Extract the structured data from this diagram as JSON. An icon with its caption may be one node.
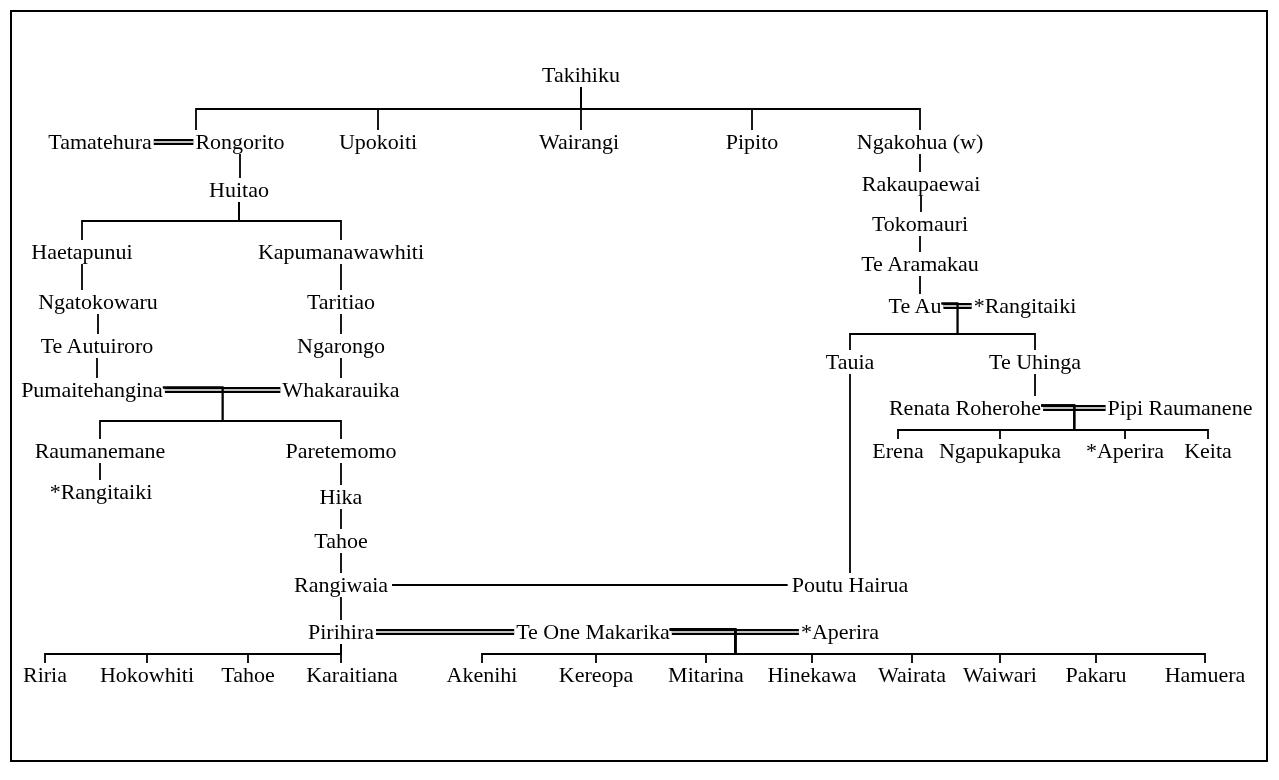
{
  "diagram": {
    "nodes": [
      {
        "text": [
          "Takihiku"
        ]
      },
      {
        "text": [
          "Tamatehura"
        ]
      },
      {
        "text": [
          "Rongorito"
        ]
      },
      {
        "text": [
          "Upokoiti"
        ]
      },
      {
        "text": [
          "Wairangi"
        ]
      },
      {
        "text": [
          "Pipito"
        ]
      },
      {
        "text": [
          "Ngakohua (w)"
        ]
      },
      {
        "text": [
          "Huitao"
        ]
      },
      {
        "text": [
          "Rakaupaewai"
        ]
      },
      {
        "text": [
          "Tokomauri"
        ]
      },
      {
        "text": [
          "Haetapunui"
        ]
      },
      {
        "text": [
          "Kapumanawawhiti"
        ]
      },
      {
        "text": [
          "Te Aramakau"
        ]
      },
      {
        "text": [
          "Ngatokowaru"
        ]
      },
      {
        "text": [
          "Taritiao"
        ]
      },
      {
        "text": [
          "Te Au"
        ]
      },
      {
        "text": [
          "*Rangitaiki"
        ]
      },
      {
        "text": [
          "Te Autuiroro"
        ]
      },
      {
        "text": [
          "Ngarongo"
        ]
      },
      {
        "text": [
          "Tauia"
        ]
      },
      {
        "text": [
          "Te Uhinga"
        ]
      },
      {
        "text": [
          "Pumaitehangina"
        ]
      },
      {
        "text": [
          "Whakarauika"
        ]
      },
      {
        "text": [
          "Renata Roherohe"
        ]
      },
      {
        "text": [
          "Pipi Raumanene"
        ]
      },
      {
        "text": [
          "Raumanemane"
        ]
      },
      {
        "text": [
          "Paretemomo"
        ]
      },
      {
        "text": [
          "Erena"
        ]
      },
      {
        "text": [
          "Ngapukapuka"
        ]
      },
      {
        "text": [
          "*Aperira"
        ]
      },
      {
        "text": [
          "Keita"
        ]
      },
      {
        "text": [
          "*Rangitaiki"
        ]
      },
      {
        "text": [
          "Hika"
        ]
      },
      {
        "text": [
          "Tahoe"
        ]
      },
      {
        "text": [
          "Rangiwaia"
        ]
      },
      {
        "text": [
          "Poutu Hairua"
        ]
      },
      {
        "text": [
          "Pirihira"
        ]
      },
      {
        "text": [
          "Te One Makarika"
        ]
      },
      {
        "text": [
          "*Aperira"
        ]
      },
      {
        "text": [
          "Riria"
        ]
      },
      {
        "text": [
          "Hokowhiti"
        ]
      },
      {
        "text": [
          "Tahoe"
        ]
      },
      {
        "text": [
          "Karaitiana"
        ]
      },
      {
        "text": [
          "Akenihi"
        ]
      },
      {
        "text": [
          "Kereopa"
        ]
      },
      {
        "text": [
          "Mitarina"
        ]
      },
      {
        "text": [
          "Hinekawa"
        ]
      },
      {
        "text": [
          "Wairata"
        ]
      },
      {
        "text": [
          "Waiwari"
        ]
      },
      {
        "text": [
          "Pakaru"
        ]
      },
      {
        "text": [
          "Hamuera"
        ]
      }
    ],
    "edges": [
      {
        "from": 0,
        "to": 2,
        "arrow": "none"
      },
      {
        "from": 0,
        "to": 3,
        "arrow": "none"
      },
      {
        "from": 0,
        "to": 4,
        "arrow": "none"
      },
      {
        "from": 0,
        "to": 5,
        "arrow": "none"
      },
      {
        "from": 0,
        "to": 6,
        "arrow": "none"
      },
      {
        "from": 1,
        "to": 2,
        "arrow": "none",
        "style": "thick"
      },
      {
        "from": 2,
        "to": 7,
        "arrow": "none"
      },
      {
        "from": 7,
        "to": 10,
        "arrow": "none"
      },
      {
        "from": 7,
        "to": 11,
        "arrow": "none"
      },
      {
        "from": 10,
        "to": 13,
        "arrow": "none"
      },
      {
        "from": 13,
        "to": 17,
        "arrow": "none"
      },
      {
        "from": 17,
        "to": 21,
        "arrow": "none"
      },
      {
        "from": 11,
        "to": 14,
        "arrow": "none"
      },
      {
        "from": 14,
        "to": 18,
        "arrow": "none"
      },
      {
        "from": 18,
        "to": 22,
        "arrow": "none"
      },
      {
        "from": 21,
        "to": 22,
        "arrow": "none",
        "style": "thick"
      },
      {
        "from": 21,
        "to": 25,
        "arrow": "none"
      },
      {
        "from": 21,
        "to": 26,
        "arrow": "none"
      },
      {
        "from": 25,
        "to": 31,
        "arrow": "none"
      },
      {
        "from": 26,
        "to": 32,
        "arrow": "none"
      },
      {
        "from": 32,
        "to": 33,
        "arrow": "none"
      },
      {
        "from": 33,
        "to": 34,
        "arrow": "none"
      },
      {
        "from": 34,
        "to": 36,
        "arrow": "none"
      },
      {
        "from": 34,
        "to": 35,
        "arrow": "none"
      },
      {
        "from": 19,
        "to": 35,
        "arrow": "none"
      },
      {
        "from": 6,
        "to": 8,
        "arrow": "none"
      },
      {
        "from": 8,
        "to": 9,
        "arrow": "none"
      },
      {
        "from": 9,
        "to": 12,
        "arrow": "none"
      },
      {
        "from": 12,
        "to": 15,
        "arrow": "none"
      },
      {
        "from": 15,
        "to": 16,
        "arrow": "none",
        "style": "thick"
      },
      {
        "from": 15,
        "to": 19,
        "arrow": "none"
      },
      {
        "from": 15,
        "to": 20,
        "arrow": "none"
      },
      {
        "from": 20,
        "to": 23,
        "arrow": "none"
      },
      {
        "from": 23,
        "to": 24,
        "arrow": "none",
        "style": "thick"
      },
      {
        "from": 23,
        "to": 27,
        "arrow": "none"
      },
      {
        "from": 23,
        "to": 28,
        "arrow": "none"
      },
      {
        "from": 23,
        "to": 29,
        "arrow": "none"
      },
      {
        "from": 23,
        "to": 30,
        "arrow": "none"
      },
      {
        "from": 37,
        "to": 38,
        "arrow": "none",
        "style": "thick"
      },
      {
        "from": 37,
        "to": 36,
        "arrow": "none",
        "style": "thick"
      },
      {
        "from": 36,
        "to": 39,
        "arrow": "none"
      },
      {
        "from": 36,
        "to": 40,
        "arrow": "none"
      },
      {
        "from": 36,
        "to": 41,
        "arrow": "none"
      },
      {
        "from": 36,
        "to": 42,
        "arrow": "none"
      },
      {
        "from": 37,
        "to": 43,
        "arrow": "none"
      },
      {
        "from": 37,
        "to": 44,
        "arrow": "none"
      },
      {
        "from": 37,
        "to": 45,
        "arrow": "none"
      },
      {
        "from": 37,
        "to": 46,
        "arrow": "none"
      },
      {
        "from": 37,
        "to": 47,
        "arrow": "none"
      },
      {
        "from": 37,
        "to": 48,
        "arrow": "none"
      },
      {
        "from": 37,
        "to": 49,
        "arrow": "none"
      },
      {
        "from": 37,
        "to": 50,
        "arrow": "none"
      }
    ]
  }
}
